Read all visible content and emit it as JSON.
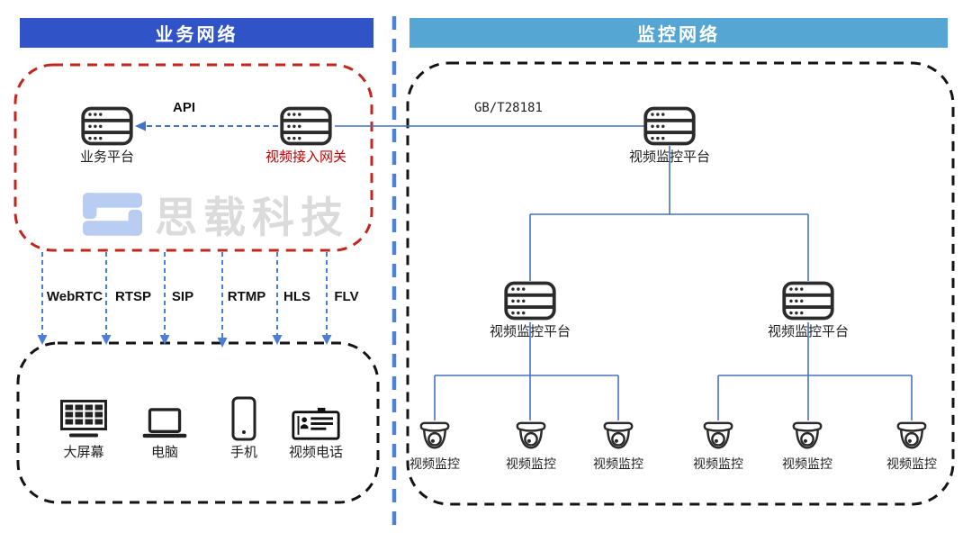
{
  "headers": {
    "business": "业务网络",
    "monitoring": "监控网络"
  },
  "business_zone": {
    "platform": {
      "label": "业务平台"
    },
    "gateway": {
      "label": "视频接入网关"
    },
    "api_label": "API",
    "watermark": {
      "logo": "S",
      "text": "思载科技"
    },
    "protocols": [
      {
        "label": "WebRTC"
      },
      {
        "label": "RTSP"
      },
      {
        "label": "SIP"
      },
      {
        "label": "RTMP"
      },
      {
        "label": "HLS"
      },
      {
        "label": "FLV"
      }
    ],
    "devices": [
      {
        "label": "大屏幕",
        "icon": "video-wall-icon"
      },
      {
        "label": "电脑",
        "icon": "laptop-icon"
      },
      {
        "label": "手机",
        "icon": "phone-icon"
      },
      {
        "label": "视频电话",
        "icon": "videophone-icon"
      }
    ]
  },
  "monitoring_zone": {
    "link_label": "GB/T28181",
    "top_platform": {
      "label": "视频监控平台"
    },
    "mid_platforms": [
      {
        "label": "视频监控平台"
      },
      {
        "label": "视频监控平台"
      }
    ],
    "cameras": [
      {
        "label": "视频监控"
      },
      {
        "label": "视频监控"
      },
      {
        "label": "视频监控"
      },
      {
        "label": "视频监控"
      },
      {
        "label": "视频监控"
      },
      {
        "label": "视频监控"
      }
    ]
  },
  "colors": {
    "business_header": "#3054C7",
    "monitoring_header": "#55A6D3",
    "red_zone_border": "#C1261D",
    "gateway_label_red": "#C00000",
    "wire_blue": "#4472C4",
    "divider_blue": "#5081D9",
    "icon_black": "#1F1F1F",
    "watermark_gray": "#DBDBDB",
    "watermark_blue": "#B9CDF3"
  }
}
